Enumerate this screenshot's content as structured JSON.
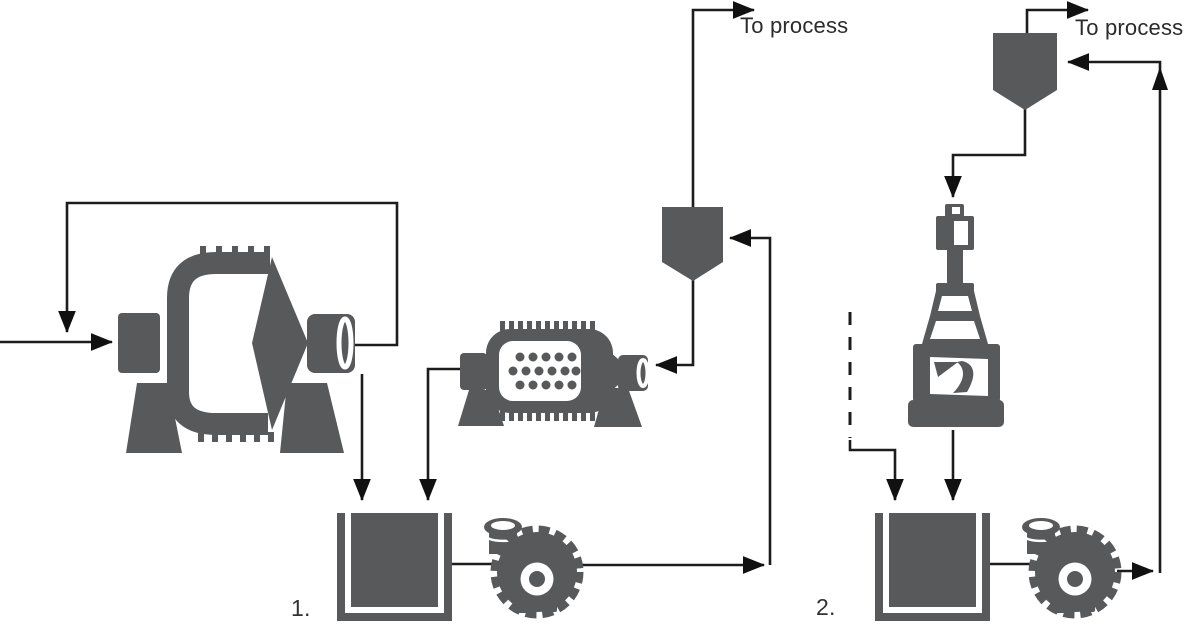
{
  "diagram": {
    "description": "Two-stage grinding circuit process flow diagram",
    "background_color": "#ffffff",
    "line_color": "#1c1c1c",
    "equipment_color": "#58595b",
    "labels": {
      "circuit1_number": "1.",
      "circuit2_number": "2.",
      "circuit1_overflow": "To process",
      "circuit2_overflow": "To process"
    },
    "icons": [
      "ball-mill-icon",
      "drum-screen-mill-icon",
      "hydrocyclone-icon",
      "sump-tank-icon",
      "centrifugal-pump-icon",
      "vertical-stirred-mill-icon",
      "flow-arrow-icon"
    ]
  }
}
